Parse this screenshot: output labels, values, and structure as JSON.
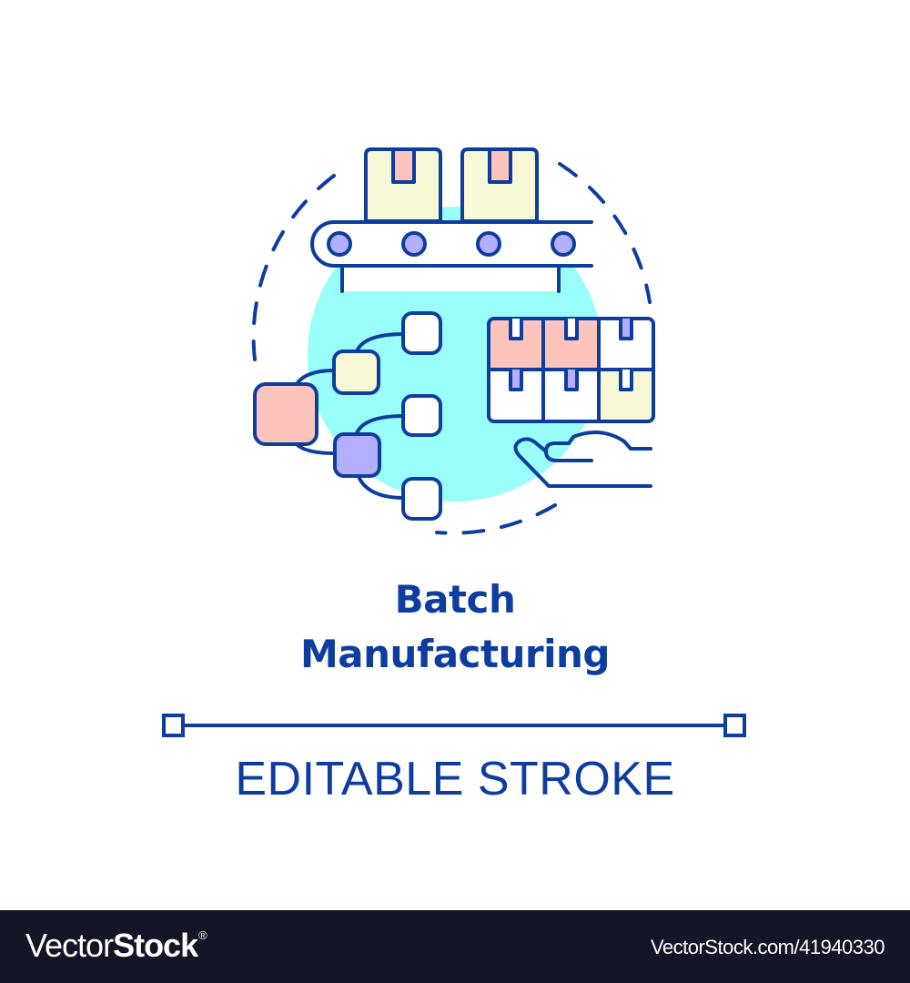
{
  "illustration": {
    "concept": "batch-manufacturing-icon",
    "colors": {
      "stroke": "#0d3d9e",
      "background_circle": "#99fdfa",
      "box_yellow": "#f7f8d6",
      "box_pink": "#fdc4bc",
      "purple": "#b4affd",
      "white": "#ffffff"
    },
    "elements": [
      "conveyor-belt",
      "boxes-on-conveyor",
      "flowchart-tree",
      "box-grid",
      "open-hand",
      "dashed-circle"
    ]
  },
  "title": {
    "line1": "Batch",
    "line2": "Manufacturing"
  },
  "subtitle": "EDITABLE STROKE",
  "footer": {
    "brand_light": "Vector",
    "brand_bold": "Stock",
    "brand_mark": "®",
    "image_ref": "VectorStock.com/41940330",
    "background": "#141527"
  }
}
